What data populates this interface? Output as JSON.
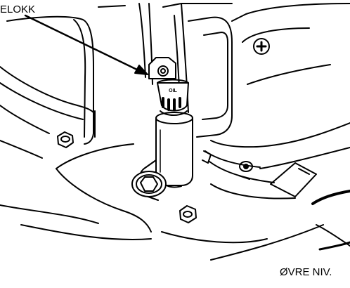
{
  "labels": {
    "cap": "ELOKK",
    "upper_level": "ØVRE NIV.",
    "cap_marking": "OIL"
  },
  "colors": {
    "ink": "#000000",
    "paper": "#ffffff"
  }
}
